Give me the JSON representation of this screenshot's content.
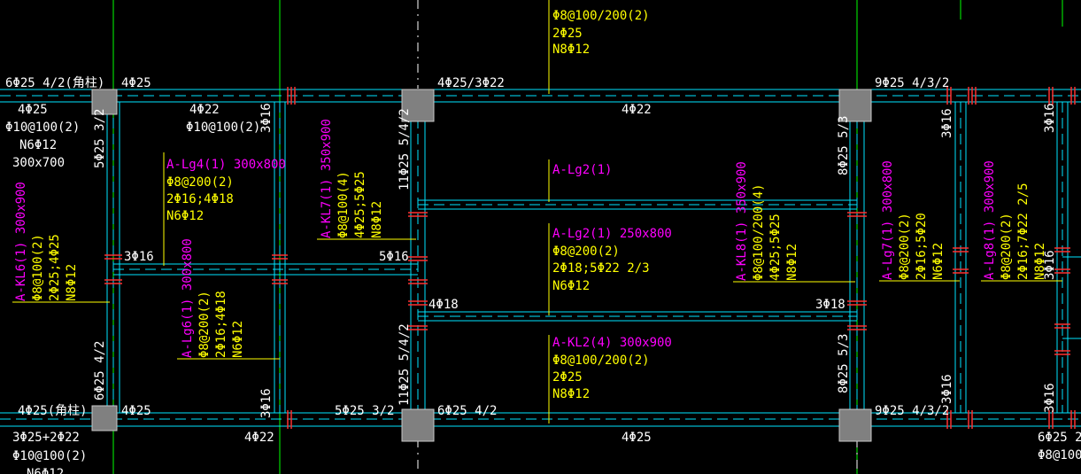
{
  "annotations": {
    "top_leftmost": "6Φ25 4/2(角柱)",
    "top_a": "4Φ25",
    "top_b": "4Φ25/3Φ22",
    "top_c": "9Φ25 4/3/2",
    "bot_a": "4Φ25(角柱)",
    "bot_b": "4Φ25",
    "bot_c": "5Φ25 3/2",
    "bot_d": "6Φ25 4/2",
    "bot_e": "9Φ25 4/3/2",
    "bot_f": "4Φ22",
    "bot_g": "4Φ25",
    "bot_h": "3Φ25+2Φ22",
    "bot_i": "Φ10@100(2)",
    "bot_j": "N6Φ12",
    "bot_k": "6Φ25 2/",
    "bot_l": "Φ8@100/",
    "left_1": "4Φ25",
    "left_2": "Φ10@100(2)",
    "left_3": "N6Φ12",
    "left_4": "300x700",
    "mid_4d22": "4Φ22",
    "mid_d10": "Φ10@100(2)",
    "mid_4d22_b": "4Φ22",
    "top_cut_1": "Φ8@100/200(2)",
    "top_cut_2": "2Φ25",
    "top_cut_3": "N8Φ12",
    "v_3d16_a": "3Φ16",
    "v_3d16_b": "3Φ16",
    "v_3d16_c": "3Φ16",
    "v_3d16_d": "3Φ16",
    "v_3d16_e": "3Φ16",
    "v_3d16_f": "3Φ16",
    "v_3d16_g": "3Φ16",
    "v_5d25": "5Φ25 3/2",
    "v_6d25": "6Φ25 4/2",
    "v_11d25_a": "11Φ25 5/4/2",
    "v_11d25_b": "11Φ25 5/4/2",
    "v_8d25_a": "8Φ25 5/3",
    "v_8d25_b": "8Φ25 5/3",
    "h_3d16": "3Φ16",
    "h_5d16": "5Φ16",
    "h_4d18": "4Φ18",
    "h_3d18": "3Φ18"
  },
  "beams": {
    "lg4": {
      "title": "A-Lg4(1) 300x800",
      "l1": "Φ8@200(2)",
      "l2": "2Φ16;4Φ18",
      "l3": "N6Φ12"
    },
    "lg2_top": {
      "title": "A-Lg2(1)"
    },
    "lg2": {
      "title": "A-Lg2(1) 250x800",
      "l1": "Φ8@200(2)",
      "l2": "2Φ18;5Φ22 2/3",
      "l3": "N6Φ12"
    },
    "kl2": {
      "title": "A-KL2(4) 300x900",
      "l1": "Φ8@100/200(2)",
      "l2": "2Φ25",
      "l3": "N8Φ12"
    },
    "kl6": {
      "title": "A-KL6(1) 300x900",
      "l1": "Φ8@100(2)",
      "l2": "2Φ25;4Φ25",
      "l3": "N8Φ12"
    },
    "lg6": {
      "title": "A-Lg6(1) 300x800",
      "l1": "Φ8@200(2)",
      "l2": "2Φ16;4Φ18",
      "l3": "N6Φ12"
    },
    "kl7": {
      "title": "A-KL7(1) 350x900",
      "l1": "Φ8@100(4)",
      "l2": "4Φ25;5Φ25",
      "l3": "N8Φ12"
    },
    "kl8": {
      "title": "A-KL8(1) 350x900",
      "l1": "Φ8@100/200(4)",
      "l2": "4Φ25;5Φ25",
      "l3": "N8Φ12"
    },
    "lg7": {
      "title": "A-Lg7(1) 300x800",
      "l1": "Φ8@200(2)",
      "l2": "2Φ16;5Φ20",
      "l3": "N6Φ12"
    },
    "lg8": {
      "title": "A-Lg8(1) 300x900",
      "l1": "Φ8@200(2)",
      "l2": "2Φ16;7Φ22 2/5",
      "l3": "N8Φ12"
    }
  },
  "colors": {
    "background": "#000000",
    "beam_edge": "#00e5ff",
    "beam_hidden": "#00e5ff",
    "column": "#808080",
    "tick": "#ff3030",
    "grid": "#00ff00",
    "leader": "#ffff00"
  }
}
